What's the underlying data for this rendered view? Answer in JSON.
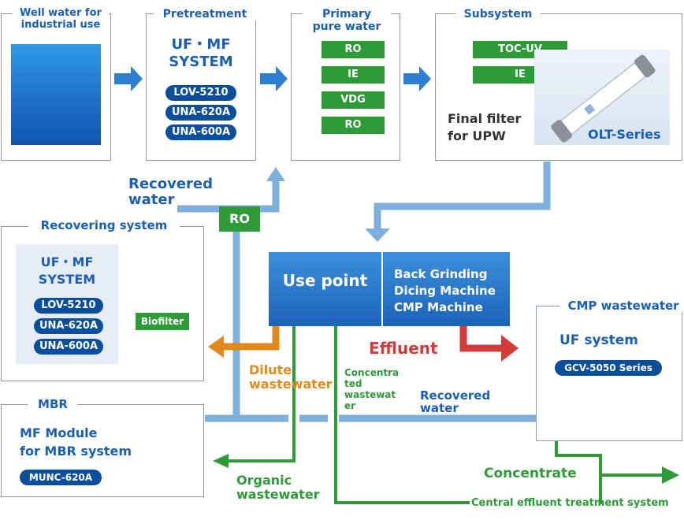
{
  "well": {
    "title": "Well water for\nindustrial use"
  },
  "pretreatment": {
    "title": "Pretreatment",
    "system": "UF・MF\nSYSTEM",
    "models": [
      "LOV-5210",
      "UNA-620A",
      "UNA-600A"
    ]
  },
  "primary": {
    "title": "Primary\npure water",
    "steps": [
      "RO",
      "IE",
      "VDG",
      "RO"
    ]
  },
  "subsystem": {
    "title": "Subsystem",
    "steps": [
      "TOC-UV",
      "IE"
    ],
    "final_filter": "Final filter\nfor UPW",
    "product": "OLT-Series"
  },
  "recovered_water_top": "Recovered\nwater",
  "ro_tag": "RO",
  "recovering": {
    "title": "Recovering system",
    "system": "UF・MF\nSYSTEM",
    "models": [
      "LOV-5210",
      "UNA-620A",
      "UNA-600A"
    ],
    "biofilter": "Biofilter"
  },
  "use_point": "Use point",
  "machines": "Back Grinding\nDicing Machine\nCMP Machine",
  "effluent": "Effluent",
  "dilute": "Dilute\nwastewater",
  "concentrated": "Concentra\nted\nwastewat\ner",
  "recovered_water_mid": "Recovered\nwater",
  "cmp": {
    "title": "CMP wastewater",
    "system": "UF system",
    "model": "GCV-5050 Series"
  },
  "mbr": {
    "title": "MBR",
    "module": "MF Module\nfor MBR system",
    "model": "MUNC-620A"
  },
  "organic": "Organic\nwastewater",
  "concentrate": "Concentrate",
  "central": "Central effluent treatment system",
  "colors": {
    "blue_pipe": "#7fb0dc",
    "green": "#2f9a38",
    "orange": "#e08a1e",
    "red": "#d23b3b",
    "navy": "#0b4f9c"
  }
}
